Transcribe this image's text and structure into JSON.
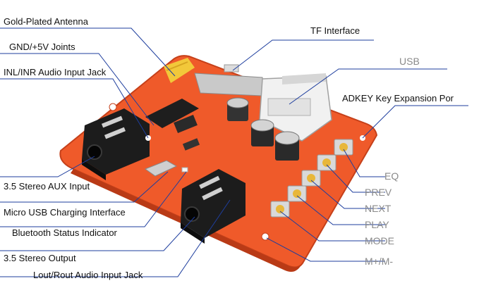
{
  "labels": {
    "gold_antenna": "Gold-Plated Antenna",
    "gnd_5v": "GND/+5V Joints",
    "inl_inr": "INL/INR Audio Input Jack",
    "tf_interface": "TF Interface",
    "usb": "USB",
    "adkey": "ADKEY Key Expansion Por",
    "aux_input": "3.5 Stereo AUX Input",
    "micro_usb": "Micro USB Charging Interface",
    "bt_status": "Bluetooth Status Indicator",
    "stereo_output": "3.5 Stereo Output",
    "lout_rout": "Lout/Rout Audio Input Jack",
    "eq": "EQ",
    "prev": "PREV",
    "next": "NEXT",
    "play": "PLAY",
    "mode": "MODE",
    "mplus_mminus": "M+/M-"
  },
  "colors": {
    "board": "#ef5a2a",
    "board_edge": "#c5401a",
    "leader": "#1e3e9e",
    "antenna": "#f2c83a"
  }
}
